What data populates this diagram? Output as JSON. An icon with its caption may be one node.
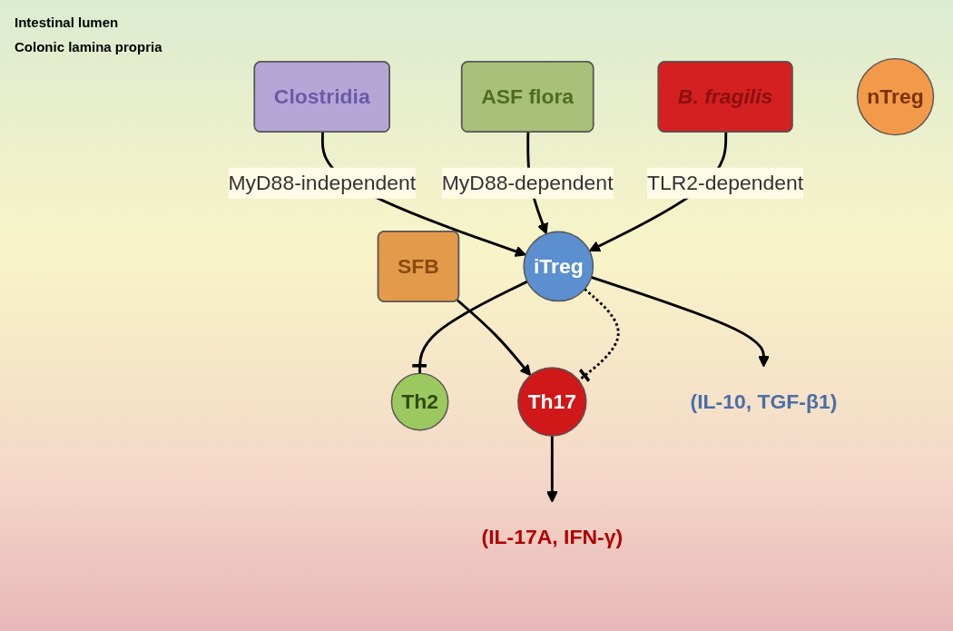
{
  "diagram": {
    "nodes": [
      {
        "text": [
          "Clostridia"
        ]
      },
      {
        "text": [
          "ASF flora"
        ]
      },
      {
        "text": [
          "B. fragilis"
        ]
      },
      {
        "text": [
          "SFB"
        ]
      },
      {
        "text": [
          "nTreg"
        ]
      },
      {
        "text": [
          "iTreg"
        ]
      },
      {
        "text": [
          "Th2"
        ]
      },
      {
        "text": [
          "Th17"
        ]
      },
      {
        "text": [
          "(IL-10, TGF-β1)"
        ]
      },
      {
        "text": [
          "(IL-17A, IFN-γ)"
        ]
      }
    ],
    "edges": [
      {
        "from": 0,
        "to": 5,
        "arrow": "to",
        "label": "MyD88-independent"
      },
      {
        "from": 1,
        "to": 5,
        "arrow": "to",
        "label": "MyD88-dependent"
      },
      {
        "from": 2,
        "to": 5,
        "arrow": "to",
        "label": "TLR2-dependent"
      },
      {
        "from": 3,
        "to": 7,
        "arrow": "to"
      },
      {
        "from": 5,
        "to": 6,
        "arrow": "other"
      },
      {
        "from": 5,
        "to": 7,
        "arrow": "other",
        "style": "dashed"
      },
      {
        "from": 5,
        "to": 8,
        "arrow": "to"
      },
      {
        "from": 7,
        "to": 9,
        "arrow": "to"
      }
    ],
    "labels": [
      "Intestinal lumen",
      "Colonic lamina propria"
    ]
  }
}
